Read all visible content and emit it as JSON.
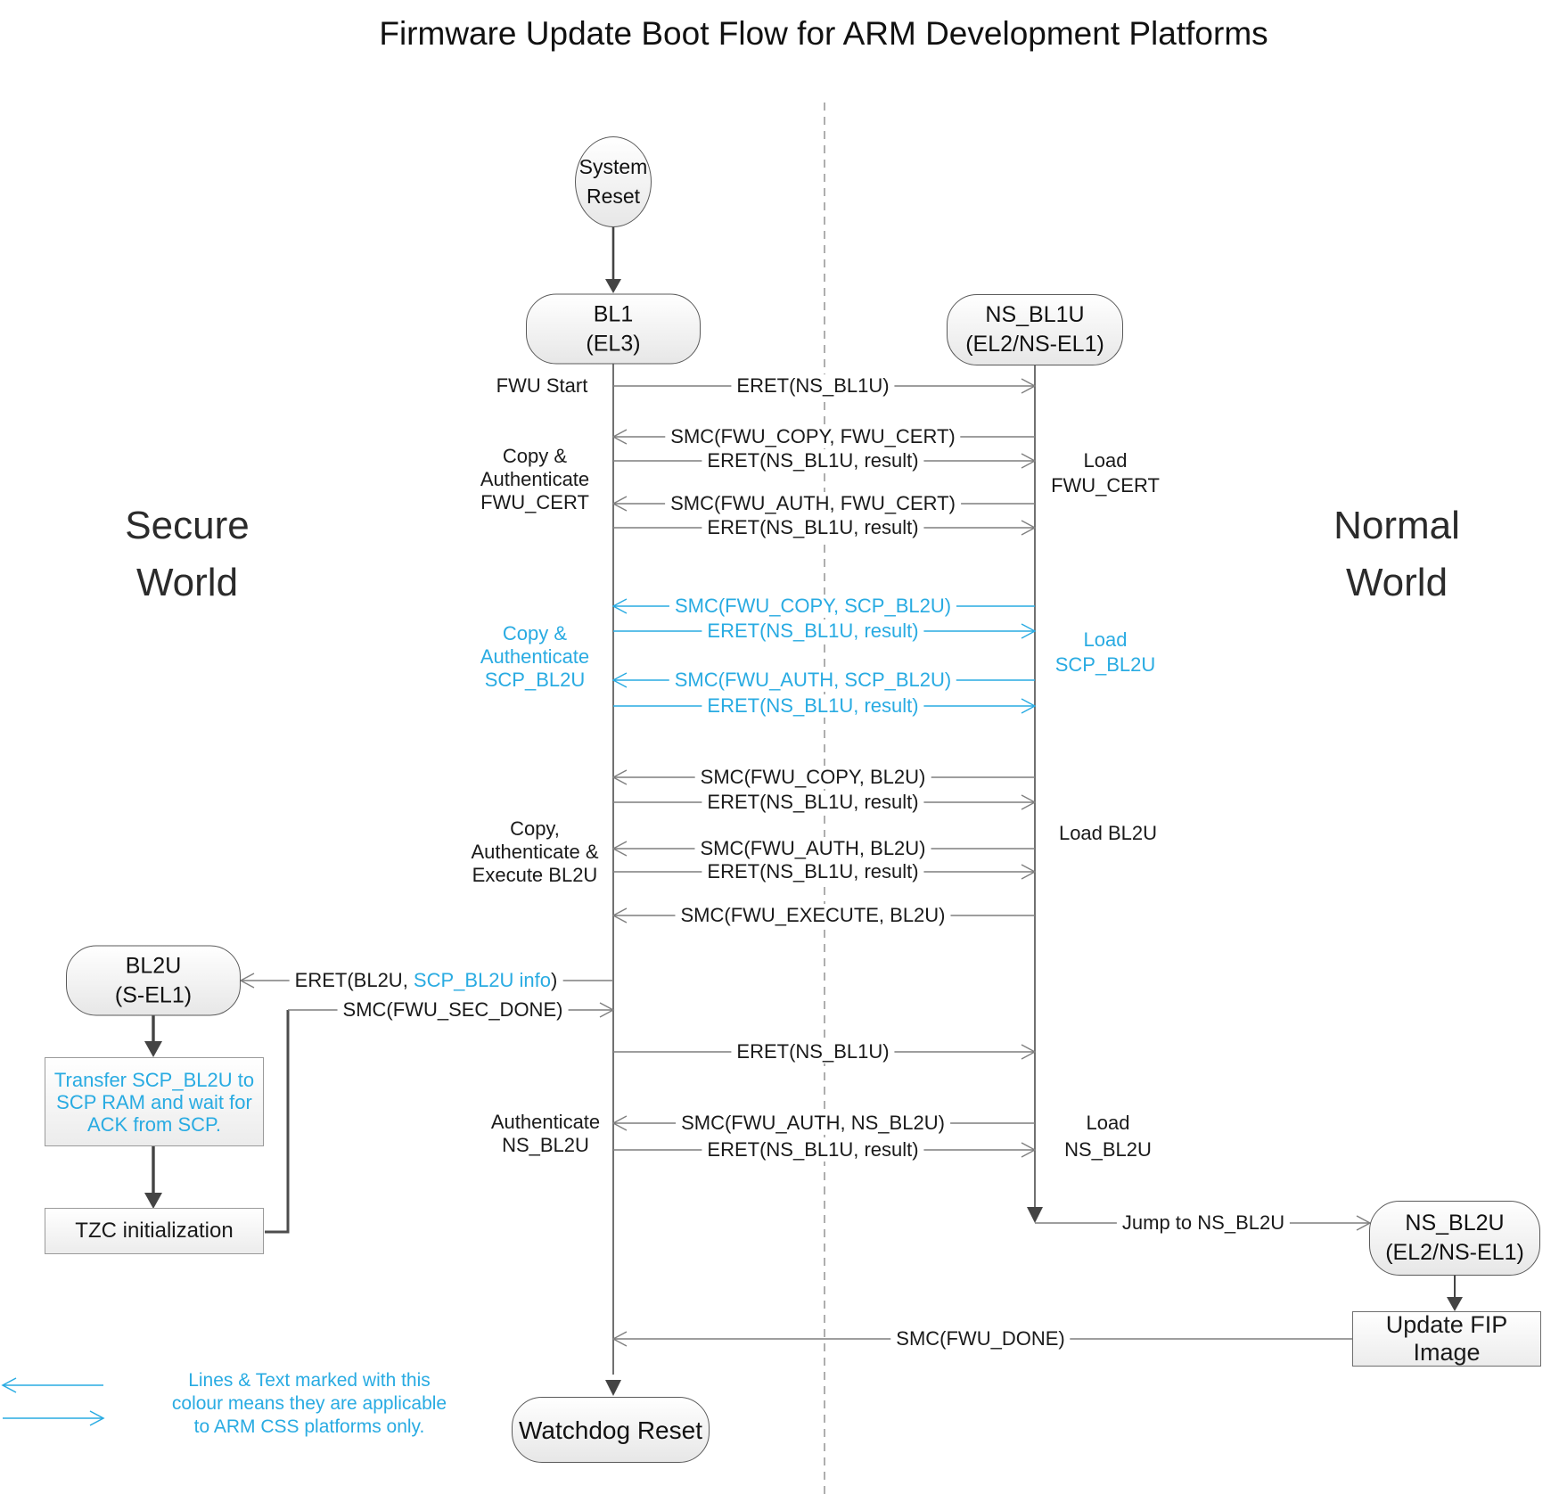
{
  "title": "Firmware Update Boot Flow for ARM Development Platforms",
  "colors": {
    "css_blue": "#29ABE2",
    "line_gray": "#808080",
    "dark_gray": "#4d4d4d"
  },
  "worlds": {
    "secure": {
      "line1": "Secure",
      "line2": "World"
    },
    "normal": {
      "line1": "Normal",
      "line2": "World"
    }
  },
  "nodes": {
    "system_reset": {
      "line1": "System",
      "line2": "Reset"
    },
    "bl1": {
      "line1": "BL1",
      "line2": "(EL3)"
    },
    "ns_bl1u": {
      "line1": "NS_BL1U",
      "line2": "(EL2/NS-EL1)"
    },
    "bl2u": {
      "line1": "BL2U",
      "line2": "(S-EL1)"
    },
    "ns_bl2u": {
      "line1": "NS_BL2U",
      "line2": "(EL2/NS-EL1)"
    },
    "watchdog_reset": {
      "label": "Watchdog Reset"
    },
    "transfer_scp": {
      "line1": "Transfer SCP_BL2U to",
      "line2": "SCP RAM and wait for",
      "line3": "ACK from SCP."
    },
    "tzc_init": {
      "label": "TZC initialization"
    },
    "update_fip": {
      "label": "Update FIP Image"
    }
  },
  "messages": [
    {
      "text": "ERET(NS_BL1U)"
    },
    {
      "text": "SMC(FWU_COPY, FWU_CERT)"
    },
    {
      "text": "ERET(NS_BL1U, result)"
    },
    {
      "text": "SMC(FWU_AUTH, FWU_CERT)"
    },
    {
      "text": "ERET(NS_BL1U, result)"
    },
    {
      "text": "SMC(FWU_COPY, SCP_BL2U)"
    },
    {
      "text": "ERET(NS_BL1U, result)"
    },
    {
      "text": "SMC(FWU_AUTH, SCP_BL2U)"
    },
    {
      "text": "ERET(NS_BL1U, result)"
    },
    {
      "text": "SMC(FWU_COPY, BL2U)"
    },
    {
      "text": "ERET(NS_BL1U, result)"
    },
    {
      "text": "SMC(FWU_AUTH, BL2U)"
    },
    {
      "text": "ERET(NS_BL1U, result)"
    },
    {
      "text": "SMC(FWU_EXECUTE, BL2U)"
    },
    {
      "text": "ERET(NS_BL1U)"
    },
    {
      "text": "SMC(FWU_AUTH, NS_BL2U)"
    },
    {
      "text": "ERET(NS_BL1U, result)"
    }
  ],
  "side_labels": {
    "fwu_start": "FWU Start",
    "copy_auth_fwu_cert": {
      "line1": "Copy &",
      "line2": "Authenticate",
      "line3": "FWU_CERT"
    },
    "copy_auth_scp_bl2u": {
      "line1": "Copy &",
      "line2": "Authenticate",
      "line3": "SCP_BL2U"
    },
    "copy_auth_exec_bl2u": {
      "line1": "Copy,",
      "line2": "Authenticate &",
      "line3": "Execute BL2U"
    },
    "auth_ns_bl2u": {
      "line1": "Authenticate",
      "line2": "NS_BL2U"
    },
    "load_fwu_cert": {
      "line1": "Load",
      "line2": "FWU_CERT"
    },
    "load_scp_bl2u": {
      "line1": "Load",
      "line2": "SCP_BL2U"
    },
    "load_bl2u": "Load BL2U",
    "load_ns_bl2u": {
      "line1": "Load",
      "line2": "NS_BL2U"
    }
  },
  "flow_labels": {
    "eret_bl2u": {
      "prefix": "ERET(BL2U, ",
      "css_part": "SCP_BL2U info",
      "suffix": ")"
    },
    "smc_sec_done": "SMC(FWU_SEC_DONE)",
    "jump_ns_bl2u": "Jump to NS_BL2U",
    "smc_done": "SMC(FWU_DONE)"
  },
  "legend": {
    "line1": "Lines & Text marked with this",
    "line2": "colour means they are applicable",
    "line3": "to ARM CSS platforms only."
  }
}
